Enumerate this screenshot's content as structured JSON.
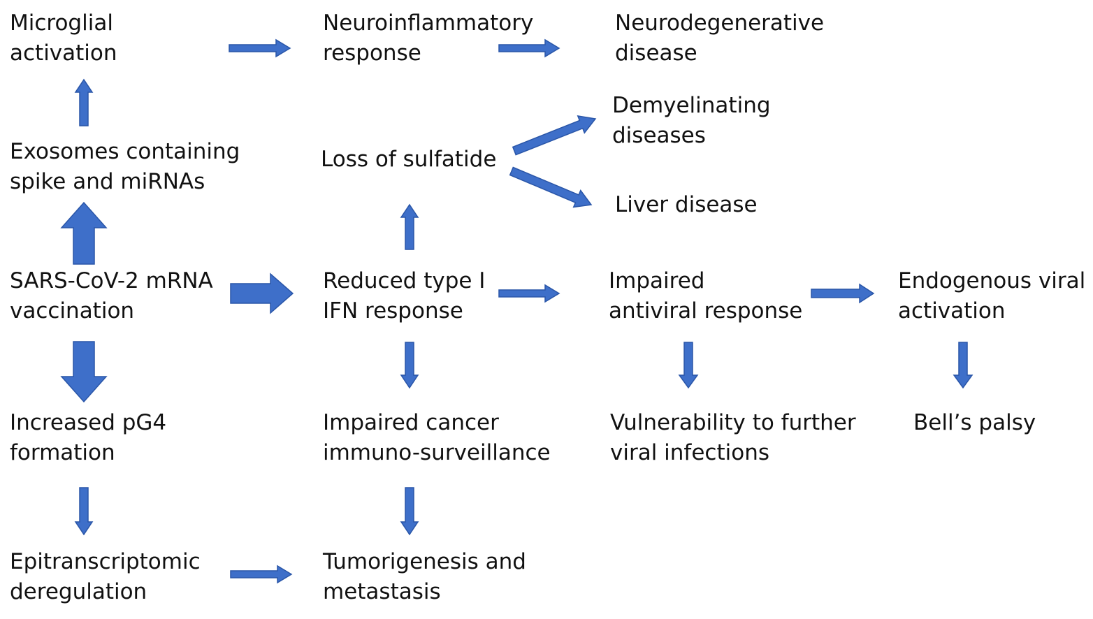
{
  "colors": {
    "arrow_fill": "#3e6fc9",
    "arrow_stroke": "#2a56a8",
    "text": "#111111",
    "background": "#ffffff"
  },
  "nodes": {
    "microglial": [
      "Microglial",
      "activation"
    ],
    "neuroinflammatory": [
      "Neuroinflammatory",
      "response"
    ],
    "neurodegenerative": [
      "Neurodegenerative",
      "disease"
    ],
    "demyelinating": [
      "Demyelinating",
      "diseases"
    ],
    "exosomes": [
      "Exosomes containing",
      "spike and miRNAs"
    ],
    "sulfatide": [
      "Loss of sulfatide"
    ],
    "liver": [
      "Liver disease"
    ],
    "vaccination": [
      "SARS-CoV-2 mRNA",
      "vaccination"
    ],
    "ifn": [
      "Reduced type I",
      "IFN response"
    ],
    "antiviral": [
      "Impaired",
      "antiviral response"
    ],
    "endogenous": [
      "Endogenous viral",
      "activation"
    ],
    "pg4": [
      "Increased pG4",
      "formation"
    ],
    "cancer": [
      "Impaired cancer",
      "immuno-surveillance"
    ],
    "vulnerability": [
      "Vulnerability to further",
      "viral infections"
    ],
    "bells": [
      "Bell’s palsy"
    ],
    "epitranscriptomic": [
      "Epitranscriptomic",
      "deregulation"
    ],
    "tumorigenesis": [
      "Tumorigenesis and",
      "metastasis"
    ]
  },
  "edges": [
    {
      "from": "microglial",
      "to": "neuroinflammatory"
    },
    {
      "from": "neuroinflammatory",
      "to": "neurodegenerative"
    },
    {
      "from": "exosomes",
      "to": "microglial"
    },
    {
      "from": "sulfatide",
      "to": "demyelinating"
    },
    {
      "from": "sulfatide",
      "to": "liver"
    },
    {
      "from": "vaccination",
      "to": "exosomes"
    },
    {
      "from": "vaccination",
      "to": "ifn"
    },
    {
      "from": "vaccination",
      "to": "pg4"
    },
    {
      "from": "ifn",
      "to": "sulfatide"
    },
    {
      "from": "ifn",
      "to": "antiviral"
    },
    {
      "from": "ifn",
      "to": "cancer"
    },
    {
      "from": "antiviral",
      "to": "endogenous"
    },
    {
      "from": "antiviral",
      "to": "vulnerability"
    },
    {
      "from": "endogenous",
      "to": "bells"
    },
    {
      "from": "pg4",
      "to": "epitranscriptomic"
    },
    {
      "from": "cancer",
      "to": "tumorigenesis"
    },
    {
      "from": "epitranscriptomic",
      "to": "tumorigenesis"
    }
  ]
}
